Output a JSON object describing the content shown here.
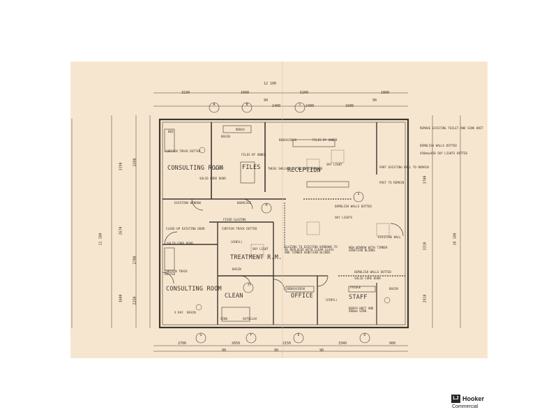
{
  "rooms": {
    "consulting_room_1": "CONSULTING ROOM",
    "files": "FILES",
    "reception": "RECEPTION",
    "treatment": "TREATMENT R.M.",
    "consulting_room_2": "CONSULTING ROOM",
    "clean": "CLEAN",
    "office": "OFFICE",
    "staff": "STAFF"
  },
  "notes": {
    "bed": "BED",
    "bench": "BENCH",
    "curtain_track": "CURTAIN TRACK DOTTED",
    "basin": "BASIN",
    "files_by_owner": "FILES BY OWNER",
    "bench_desk": "BENCH/DESK",
    "files_by_owner_2": "FILES BY OWNER",
    "remove_toilet": "REMOVE EXISTING TOILET AND SINK UNIT",
    "demolish_walls": "DEMOLISH WALLS DOTTED",
    "sky_lights_size": "450mmx450 SKY LIGHTS DOTTED",
    "xray": "X RAY",
    "these_shelves": "THESE SHELVES TO BE IN CUPBOARD",
    "sky_light": "SKY LIGHT",
    "part_existing_wall": "PART EXISTING WALL TO REMAIN",
    "post_to_remain": "POST TO REMAIN",
    "solid_core_door": "SOLID CORE DOOR",
    "existing_window": "EXISTING WINDOW",
    "bookcase": "BOOKCASE",
    "demolish_walls_2": "DEMOLISH WALLS DOTTED",
    "fixed_glazing": "FIXED GLAZING",
    "sky_lights": "SKY LIGHTS",
    "close_up_door": "CLOSE-UP EXISTING DOOR",
    "curtain_track_2": "CURTAIN TRACK DOTTED",
    "existing_wall": "EXISTING WALL",
    "solid_core_door_2": "SOLID CORE DOOR",
    "vinyl": "(VINYL)",
    "sky_light_2": "SKY LIGHT",
    "glazing": "GLAZING TO EXISTING WINDOWS TO BE REPLACED WITH CLEAR GLASS AND TIMBER VENETIAN BLINDS",
    "new_window": "NEW WINDOW WITH TIMBER VENETIAN BLINDS",
    "curtain_track_3": "CURTAIN TRACK DOTTED",
    "basin_2": "BASIN",
    "demolish_walls_3": "DEMOLISH WALLS DOTTED",
    "solid_core_door_3": "SOLID CORE DOOR",
    "bench_desk_2": "BENCH/DESK",
    "fridge": "FRIDGE",
    "basin_3": "BASIN",
    "xray_2": "X RAY",
    "basin_4": "BASIN",
    "sink": "SINK",
    "autoclave": "AUTOCLAV",
    "vinyl_2": "(VINYL)",
    "bench_unit": "BENCH UNIT AND 900mm SINK"
  },
  "dimensions": {
    "top_total": "12 100",
    "top_1": "3230",
    "top_2": "1600",
    "top_3": "5200",
    "top_4": "1800",
    "top_5": "1400",
    "top_6": "2400",
    "top_7": "1600",
    "top_8": "90",
    "top_9": "90",
    "bottom_1": "2700",
    "bottom_2": "2650",
    "bottom_3": "2150",
    "bottom_4": "3340",
    "bottom_5": "900",
    "bottom_6": "90",
    "bottom_7": "90",
    "bottom_8": "90",
    "left_1": "3190",
    "left_2": "3390",
    "left_3": "2670",
    "left_4": "2700",
    "left_5": "3600",
    "left_6": "2250",
    "left_total": "11 180",
    "right_1": "3700",
    "right_2": "3310",
    "right_3": "2910",
    "right_total": "10 180"
  },
  "grid_tags": {
    "top_a": "A",
    "top_b": "B",
    "top_c": "C",
    "bottom_g": "G",
    "bottom_f": "F",
    "bottom_e": "E",
    "bottom_d": "D",
    "mid_h": "H",
    "mid_j": "J",
    "right_i": "I",
    "sheet_no": "2"
  },
  "brand": {
    "logo": "LJ",
    "name": "Hooker",
    "sub": "Commercial"
  },
  "colors": {
    "paper": "#f7e6cf",
    "ink": "#3a3530"
  }
}
